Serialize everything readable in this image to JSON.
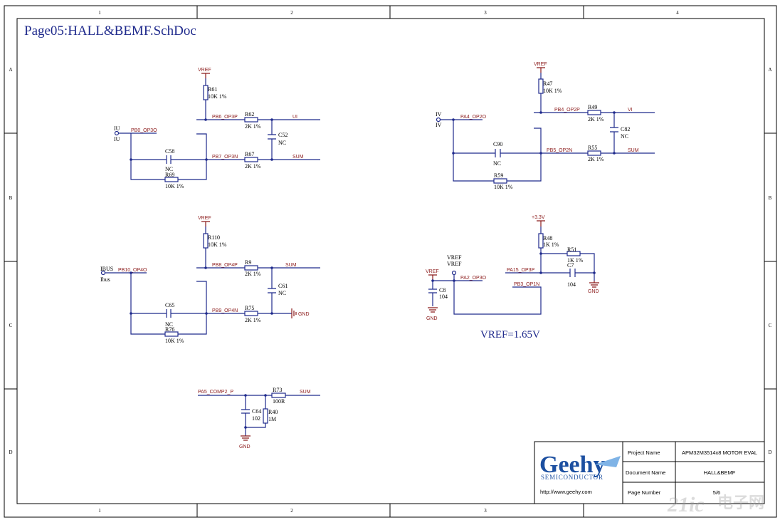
{
  "sheet_title": "Page05:HALL&BEMF.SchDoc",
  "zones": {
    "top": [
      "1",
      "2",
      "3",
      "4"
    ],
    "bottom": [
      "1",
      "2",
      "3"
    ],
    "left": [
      "A",
      "B",
      "C",
      "D"
    ],
    "right": [
      "A",
      "B",
      "C",
      "D"
    ]
  },
  "circuits": {
    "iu": {
      "port_name": "IU",
      "port_name2": "IU",
      "in_net": "PB0_OP3O",
      "vref": "VREF",
      "r_top": "R61",
      "r_top_val": "10K 1%",
      "net_p": "PB6_OP3P",
      "r_p": "R62",
      "r_p_val": "2K 1%",
      "out_p": "UI",
      "cap": "C52",
      "cap_val": "NC",
      "net_n": "PB7_OP3N",
      "r_n": "R67",
      "r_n_val": "2K 1%",
      "out_n": "SUM",
      "fb_cap": "C58",
      "fb_cap_val": "NC",
      "fb_res": "R69",
      "fb_res_val": "10K 1%"
    },
    "vi": {
      "port_name": "IV",
      "port_name2": "IV",
      "in_net": "PA4_OP2O",
      "vref": "VREF",
      "r_top": "R47",
      "r_top_val": "10K 1%",
      "net_p": "PB4_OP2P",
      "r_p": "R49",
      "r_p_val": "2K 1%",
      "out_p": "VI",
      "cap": "C82",
      "cap_val": "NC",
      "net_n": "PB5_OP2N",
      "r_n": "R55",
      "r_n_val": "2K 1%",
      "out_n": "SUM",
      "fb_cap": "C90",
      "fb_cap_val": "NC",
      "fb_res": "R59",
      "fb_res_val": "10K 1%"
    },
    "ibus": {
      "port_name": "IBUS",
      "port_name2": "Ibus",
      "in_net": "PB10_OP4O",
      "vref": "VREF",
      "r_top": "R110",
      "r_top_val": "10K 1%",
      "net_p": "PB8_OP4P",
      "r_p": "R9",
      "r_p_val": "2K 1%",
      "out_p": "SUM",
      "cap": "C61",
      "cap_val": "NC",
      "net_n": "PB9_OP4N",
      "r_n": "R75",
      "r_n_val": "2K 1%",
      "out_n": "GND",
      "fb_cap": "C65",
      "fb_cap_val": "NC",
      "fb_res": "R76",
      "fb_res_val": "10K 1%"
    },
    "vref_buf": {
      "supply": "+3.3V",
      "r_top": "R48",
      "r_top_val": "1K 1%",
      "r_fb": "R51",
      "r_fb_val": "1K 1%",
      "cap_fb": "C7",
      "cap_fb_val": "104",
      "gnd1": "GND",
      "port_name": "VREF",
      "port_name2": "VREF",
      "out_net": "PA2_OP3O",
      "net_p": "PA15_OP3P",
      "net_n": "PB3_OP1N",
      "vref_sym": "VREF",
      "cap": "C8",
      "cap_val": "104",
      "gnd2": "GND",
      "note": "VREF=1.65V"
    },
    "comp": {
      "net": "PA5_COMP2_P",
      "r": "R73",
      "r_val": "100R",
      "out": "SUM",
      "cap": "C64",
      "cap_val": "102",
      "r2": "R40",
      "r2_val": "1M",
      "gnd": "GND"
    }
  },
  "title_block": {
    "logo_text": "Geehy",
    "logo_sub": "SEMICONDUCTOR",
    "url": "http://www.geehy.com",
    "project_label": "Project Name",
    "project_value": "APM32M3514x8 MOTOR EVAL",
    "doc_label": "Document Name",
    "doc_value": "HALL&BEMF",
    "page_label": "Page Number",
    "page_value": "5/6"
  },
  "watermark": {
    "a": "21ic",
    "b": "电子网"
  },
  "colors": {
    "wire": "#1f2a8c",
    "net_label": "#8b1a1a",
    "border": "#000000",
    "logo_blue": "#1c4fa0",
    "logo_accent": "#7fb3e6"
  }
}
